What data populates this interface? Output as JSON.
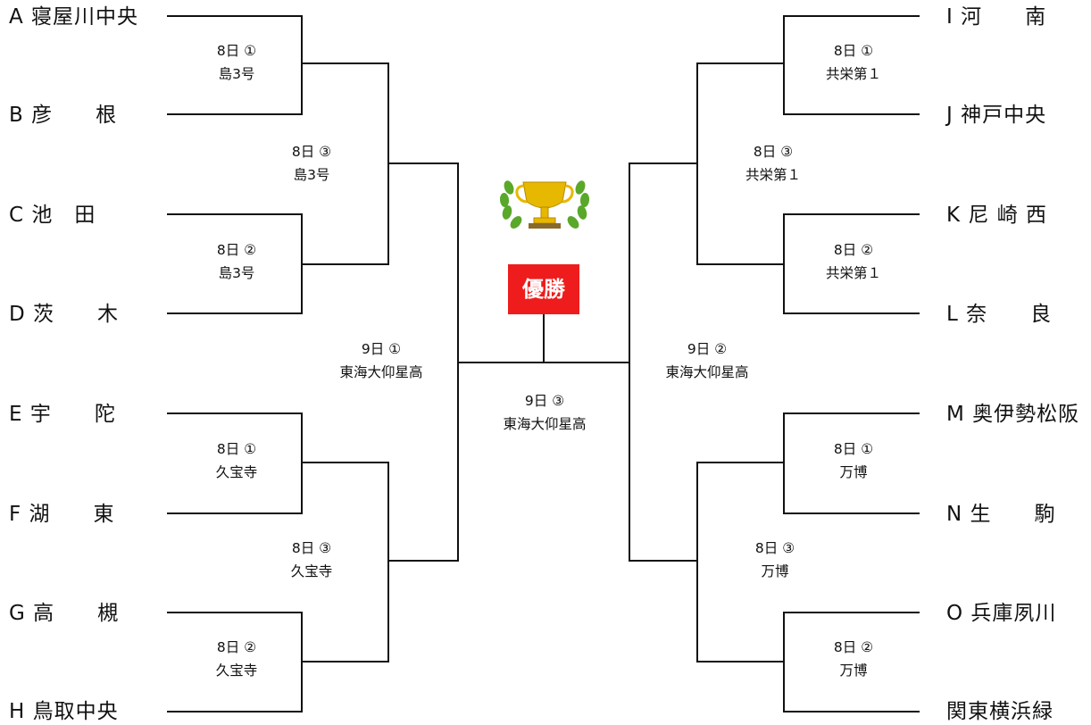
{
  "left_teams": [
    {
      "text": "A 寝屋川中央"
    },
    {
      "text": "B 彦　　根"
    },
    {
      "text": "C 池　田"
    },
    {
      "text": "D 茨　　木"
    },
    {
      "text": "E 宇　　陀"
    },
    {
      "text": "F 湖　　東"
    },
    {
      "text": "G 高　　槻"
    },
    {
      "text": "H 鳥取中央"
    }
  ],
  "right_teams": [
    {
      "text": "I 河　　南"
    },
    {
      "text": "J 神戸中央"
    },
    {
      "text": "K 尼 崎 西"
    },
    {
      "text": "L 奈　　良"
    },
    {
      "text": "M 奥伊勢松阪"
    },
    {
      "text": "N 生　　駒"
    },
    {
      "text": "O 兵庫夙川"
    },
    {
      "text": "関東横浜緑"
    }
  ],
  "matches": {
    "l1": {
      "day": "8日 ①",
      "venue": "島3号"
    },
    "l2": {
      "day": "8日 ②",
      "venue": "島3号"
    },
    "l3": {
      "day": "8日 ③",
      "venue": "島3号"
    },
    "l4": {
      "day": "8日 ①",
      "venue": "久宝寺"
    },
    "l5": {
      "day": "8日 ②",
      "venue": "久宝寺"
    },
    "l6": {
      "day": "8日 ③",
      "venue": "久宝寺"
    },
    "lsemi": {
      "day": "9日 ①",
      "venue": "東海大仰星高"
    },
    "r1": {
      "day": "8日 ①",
      "venue": "共栄第１"
    },
    "r2": {
      "day": "8日 ②",
      "venue": "共栄第１"
    },
    "r3": {
      "day": "8日 ③",
      "venue": "共栄第１"
    },
    "r4": {
      "day": "8日 ①",
      "venue": "万博"
    },
    "r5": {
      "day": "8日 ②",
      "venue": "万博"
    },
    "r6": {
      "day": "8日 ③",
      "venue": "万博"
    },
    "rsemi": {
      "day": "9日 ②",
      "venue": "東海大仰星高"
    },
    "final": {
      "day": "9日 ③",
      "venue": "東海大仰星高"
    }
  },
  "champion_label": "優勝",
  "colors": {
    "badge": "#ee1c1c",
    "trophy_gold": "#e6b800",
    "wreath": "#5aa82a"
  }
}
